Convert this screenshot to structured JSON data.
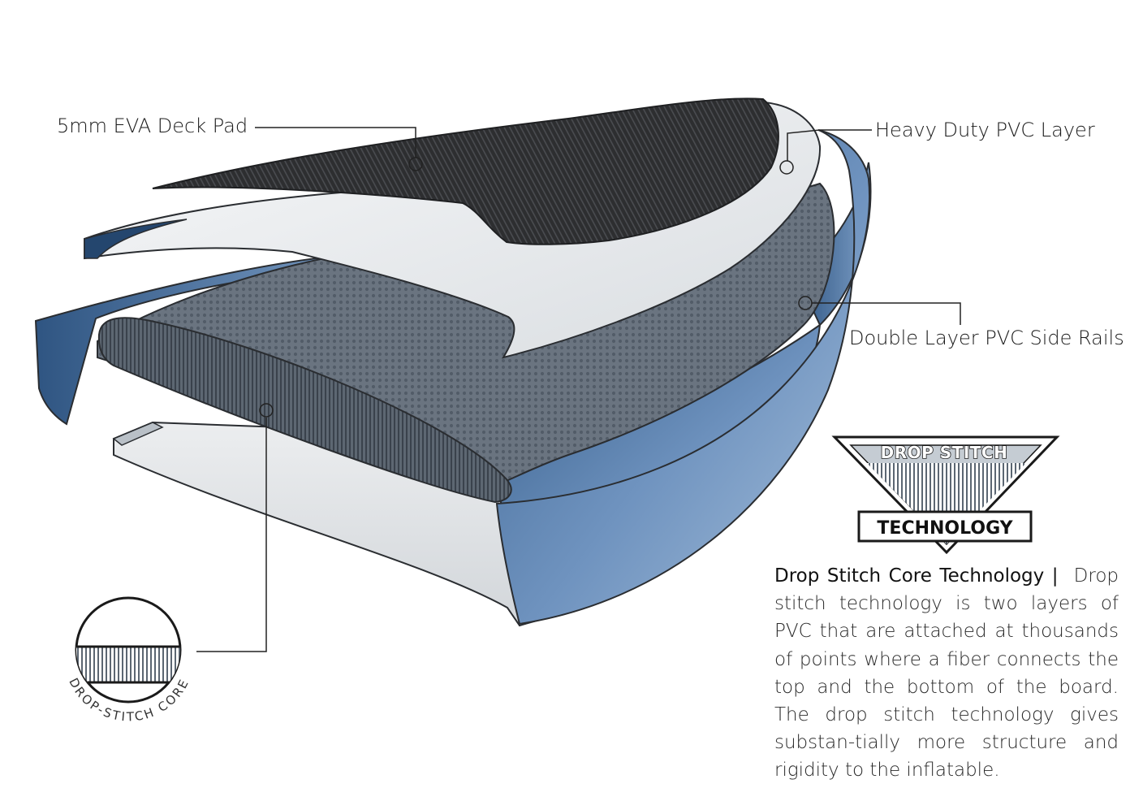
{
  "labels": {
    "deck_pad": "5mm EVA Deck Pad",
    "pvc_layer": "Heavy Duty PVC Layer",
    "side_rails": "Double Layer PVC Side Rails"
  },
  "badge": {
    "top": "DROP STITCH",
    "bottom": "TECHNOLOGY"
  },
  "core_circle_label": "DROP-STITCH CORE",
  "description": {
    "title": "Drop Stitch Core Technology |",
    "body": "Drop stitch technology is two layers of  PVC that are attached at thousands of points where a fiber connects the top and the bottom of the board. The drop stitch technology gives substan-tially more structure and rigidity to the inflatable."
  },
  "colors": {
    "deck_pad": "#2b2c2e",
    "pvc_layer": "#e3e6e9",
    "side_rail": "#4a73a0",
    "core": "#66717e",
    "text": "#1a1a1a"
  }
}
